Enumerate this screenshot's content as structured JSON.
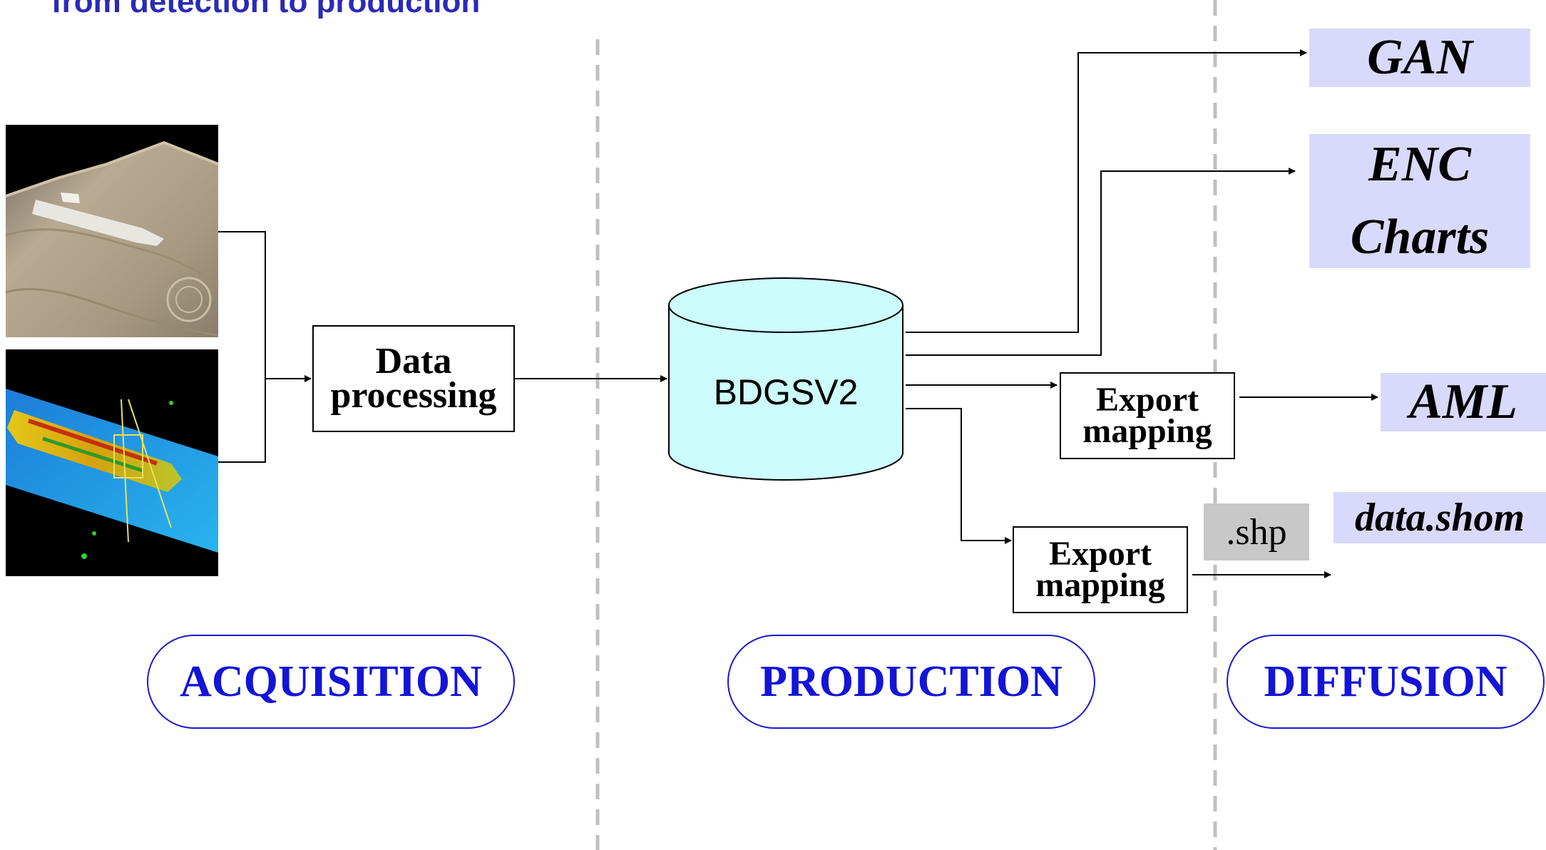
{
  "title": "from detection to production",
  "processing": {
    "line1": "Data",
    "line2": "processing"
  },
  "database": {
    "label": "BDGSV2"
  },
  "export1": {
    "line1": "Export",
    "line2": "mapping"
  },
  "export2": {
    "line1": "Export",
    "line2": "mapping"
  },
  "outputs": {
    "gan": "GAN",
    "enc_line1": "ENC",
    "enc_line2": "Charts",
    "aml": "AML",
    "datashom": "data.shom",
    "shp": ".shp"
  },
  "phases": {
    "acquisition": "ACQUISITION",
    "production": "PRODUCTION",
    "diffusion": "DIFFUSION"
  },
  "images": {
    "sonar_photo": "wreck-sonar-relief-image",
    "multibeam_photo": "wreck-multibeam-color-image"
  },
  "colors": {
    "title": "#2a2ab8",
    "phase_text": "#1414d8",
    "output_fill": "#d9d9fb",
    "database_fill": "#ccfcfc",
    "shp_fill": "#c8c8c8",
    "separator": "#c0c0c0"
  }
}
